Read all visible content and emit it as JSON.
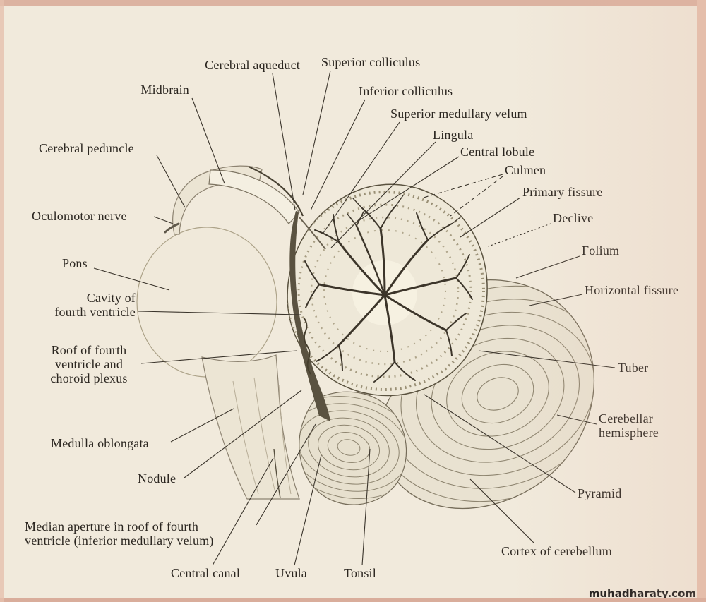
{
  "page": {
    "watermark": "muhadharaty.com",
    "colors": {
      "paper": "#f1eadc",
      "scan_edge_pink": "#dcb3a1",
      "ink": "#2b2620",
      "leader_line": "#3b352c"
    }
  },
  "figure": {
    "labels": [
      "Cerebral aqueduct",
      "Superior colliculus",
      "Midbrain",
      "Inferior colliculus",
      "Superior medullary velum",
      "Lingula",
      "Central lobule",
      "Cerebral peduncle",
      "Culmen",
      "Primary fissure",
      "Oculomotor nerve",
      "Declive",
      "Folium",
      "Pons",
      "Horizontal fissure",
      "Cavity of\nfourth ventricle",
      "Roof of fourth\nventricle and\nchoroid plexus",
      "Tuber",
      "Cerebellar\nhemisphere",
      "Medulla oblongata",
      "Nodule",
      "Pyramid",
      "Median aperture in roof of fourth\nventricle (inferior medullary velum)",
      "Cortex of cerebellum",
      "Central canal",
      "Uvula",
      "Tonsil"
    ]
  }
}
